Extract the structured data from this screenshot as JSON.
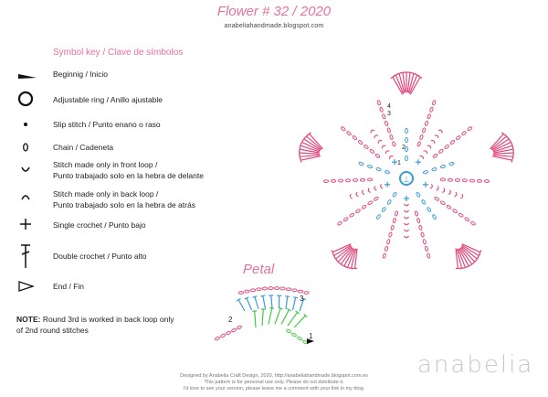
{
  "header": {
    "title": "Flower # 32 / 2020",
    "website": "anabeliahandmade.blogspot.com"
  },
  "key": {
    "title": "Symbol key / Clave de símbolos",
    "items": [
      {
        "icon": "beginning-arrow-icon",
        "line1": "Beginnig / Inicio",
        "line2": ""
      },
      {
        "icon": "adjustable-ring-icon",
        "line1": "Adjustable ring / Anillo ajustable",
        "line2": ""
      },
      {
        "icon": "slip-stitch-dot-icon",
        "line1": "Slip stitch / Punto enano o raso",
        "line2": ""
      },
      {
        "icon": "chain-oval-icon",
        "line1": "Chain / Cadeneta",
        "line2": ""
      },
      {
        "icon": "front-loop-arc-icon",
        "line1": "Stitch made only in front loop /",
        "line2": "Punto trabajado solo en la hebra de delante"
      },
      {
        "icon": "back-loop-arc-icon",
        "line1": "Stitch made only in back loop /",
        "line2": "Punto trabajado solo en la hebra de atrás"
      },
      {
        "icon": "single-crochet-plus-icon",
        "line1": "Single crochet / Punto bajo",
        "line2": ""
      },
      {
        "icon": "double-crochet-t-icon",
        "line1": "Double crochet / Punto alto",
        "line2": ""
      },
      {
        "icon": "end-triangle-icon",
        "line1": "End / Fin",
        "line2": ""
      }
    ]
  },
  "note": {
    "label": "NOTE:",
    "line1": " Round 3rd is worked in back loop only",
    "line2": "of 2nd round stitches"
  },
  "petal": {
    "title": "Petal",
    "round_labels": [
      "1",
      "2",
      "3"
    ]
  },
  "flower": {
    "round_labels": [
      "1",
      "2",
      "3",
      "4"
    ]
  },
  "brand": "anabelia",
  "copyright": {
    "line1": "Designed by Anabelia Craft Design, 2020, http://anabeliahandmade.blogspot.com.es",
    "line2": "This pattern is for personal use only. Please do not distribute it.",
    "line3": "I'd love to see your version, please leave me a comment with your link in my blog."
  },
  "colors": {
    "pink": "#e0487c",
    "blue": "#3a9ad6",
    "green": "#46c946",
    "title": "#e8709a",
    "dark": "#222222"
  }
}
